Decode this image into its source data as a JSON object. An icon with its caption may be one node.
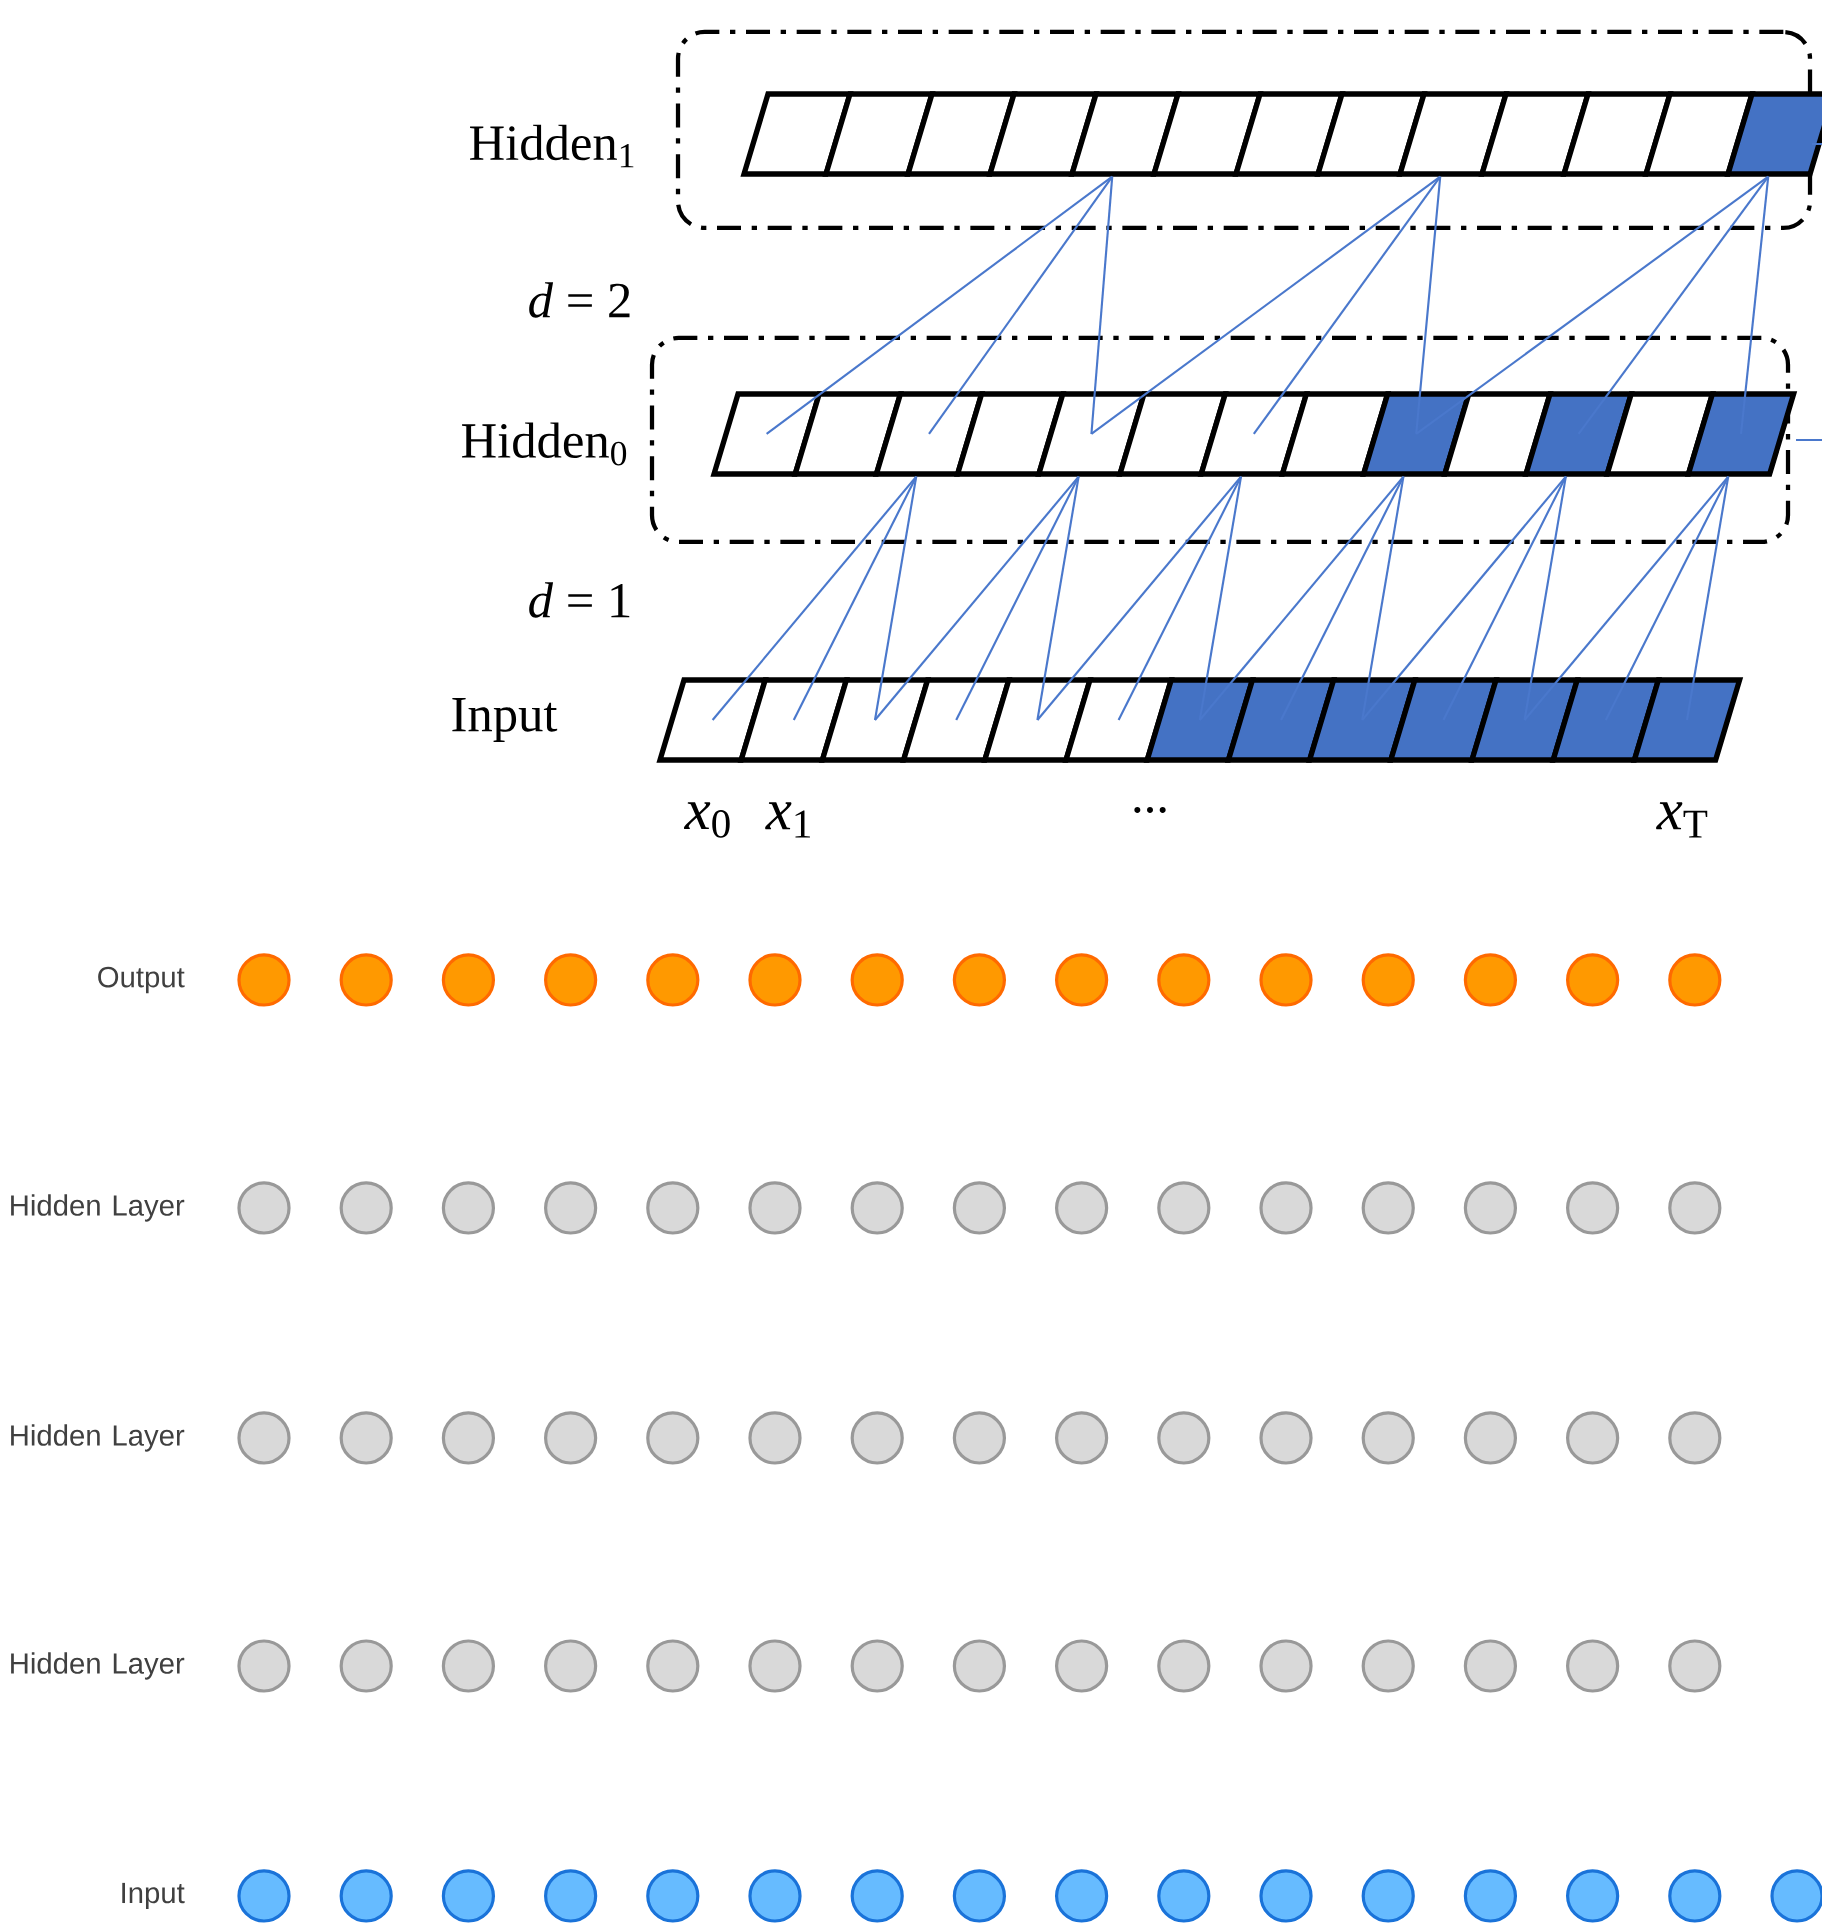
{
  "diagram": {
    "nodes": [
      {
        "text": [
          "Hidden$_{1}$"
        ]
      },
      {
        "text": [],
        "shape": "box",
        "in": 0
      },
      {
        "text": [],
        "shape": "box",
        "in": 0
      },
      {
        "text": [],
        "shape": "box",
        "in": 0
      },
      {
        "text": [],
        "shape": "box",
        "in": 0
      },
      {
        "text": [],
        "shape": "box",
        "in": 0
      },
      {
        "text": [],
        "shape": "box",
        "in": 0
      },
      {
        "text": [],
        "shape": "box",
        "in": 0
      },
      {
        "text": [],
        "shape": "box",
        "in": 0
      },
      {
        "text": [],
        "shape": "box",
        "in": 0
      },
      {
        "text": [],
        "shape": "box",
        "in": 0
      },
      {
        "text": [],
        "shape": "box",
        "in": 0
      },
      {
        "text": [],
        "shape": "box",
        "in": 0
      },
      {
        "text": [],
        "shape": "box",
        "in": 0
      },
      {
        "text": [
          "Hidden$_{0}$"
        ]
      },
      {
        "text": [],
        "shape": "box",
        "in": 14
      },
      {
        "text": [],
        "shape": "box",
        "in": 14
      },
      {
        "text": [],
        "shape": "box",
        "in": 14
      },
      {
        "text": [],
        "shape": "box",
        "in": 14
      },
      {
        "text": [],
        "shape": "box",
        "in": 14
      },
      {
        "text": [],
        "shape": "box",
        "in": 14
      },
      {
        "text": [],
        "shape": "box",
        "in": 14
      },
      {
        "text": [],
        "shape": "box",
        "in": 14
      },
      {
        "text": [],
        "shape": "box",
        "in": 14
      },
      {
        "text": [],
        "shape": "box",
        "in": 14
      },
      {
        "text": [],
        "shape": "box",
        "in": 14
      },
      {
        "text": [],
        "shape": "box",
        "in": 14
      },
      {
        "text": [],
        "shape": "box",
        "in": 14
      },
      {
        "text": [],
        "shape": "box",
        "beside": [
          "*x*$_{0}$"
        ]
      },
      {
        "text": [],
        "shape": "box",
        "beside": [
          "*x*$_{1}$"
        ]
      },
      {
        "text": [],
        "shape": "box"
      },
      {
        "text": [],
        "shape": "box"
      },
      {
        "text": [],
        "shape": "box"
      },
      {
        "text": [],
        "shape": "box"
      },
      {
        "text": [],
        "shape": "box"
      },
      {
        "text": [],
        "shape": "box"
      },
      {
        "text": [],
        "shape": "box"
      },
      {
        "text": [],
        "shape": "box"
      },
      {
        "text": [],
        "shape": "box"
      },
      {
        "text": [],
        "shape": "box"
      },
      {
        "text": [],
        "shape": "box",
        "beside": [
          "*x*$_{T}$"
        ]
      }
    ],
    "edges": [
      {
        "from": 15,
        "to": 5,
        "arrow": "none"
      },
      {
        "from": 17,
        "to": 5,
        "arrow": "none"
      },
      {
        "from": 19,
        "to": 5,
        "arrow": "none"
      },
      {
        "from": 19,
        "to": 9,
        "arrow": "none"
      },
      {
        "from": 21,
        "to": 9,
        "arrow": "none"
      },
      {
        "from": 23,
        "to": 9,
        "arrow": "none"
      },
      {
        "from": 23,
        "to": 13,
        "arrow": "none"
      },
      {
        "from": 25,
        "to": 13,
        "arrow": "none"
      },
      {
        "from": 27,
        "to": 13,
        "arrow": "none"
      },
      {
        "from": 28,
        "to": 17,
        "arrow": "none"
      },
      {
        "from": 29,
        "to": 17,
        "arrow": "none"
      },
      {
        "from": 30,
        "to": 17,
        "arrow": "none"
      },
      {
        "from": 30,
        "to": 19,
        "arrow": "none"
      },
      {
        "from": 31,
        "to": 19,
        "arrow": "none"
      },
      {
        "from": 32,
        "to": 19,
        "arrow": "none"
      },
      {
        "from": 32,
        "to": 21,
        "arrow": "none"
      },
      {
        "from": 33,
        "to": 21,
        "arrow": "none"
      },
      {
        "from": 34,
        "to": 21,
        "arrow": "none"
      },
      {
        "from": 34,
        "to": 23,
        "arrow": "none"
      },
      {
        "from": 35,
        "to": 23,
        "arrow": "none"
      },
      {
        "from": 36,
        "to": 23,
        "arrow": "none"
      },
      {
        "from": 36,
        "to": 25,
        "arrow": "none"
      },
      {
        "from": 37,
        "to": 25,
        "arrow": "none"
      },
      {
        "from": 38,
        "to": 25,
        "arrow": "none"
      },
      {
        "from": 38,
        "to": 27,
        "arrow": "none"
      },
      {
        "from": 39,
        "to": 27,
        "arrow": "none"
      },
      {
        "from": 40,
        "to": 27,
        "arrow": "none"
      }
    ],
    "labels": [
      "*d* = 2",
      "*d* = 1",
      "Input",
      "...",
      "Output",
      "Hidden Layer",
      "Hidden Layer",
      "Hidden Layer",
      "Input"
    ]
  }
}
